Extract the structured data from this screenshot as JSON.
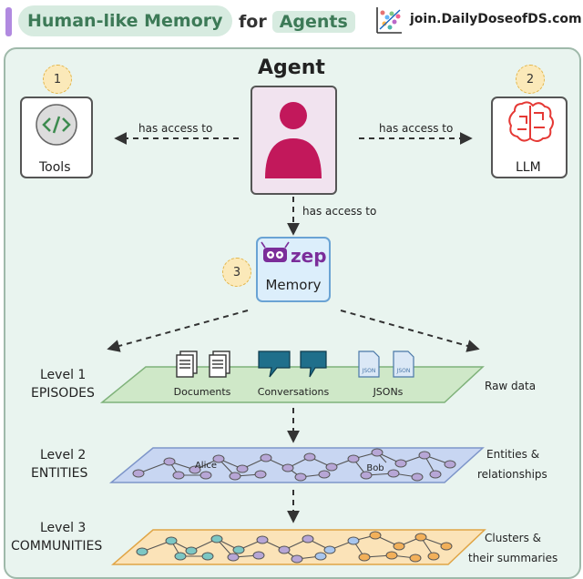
{
  "header": {
    "title_part1": "Human-like Memory",
    "title_part2": "for",
    "title_part3": "Agents",
    "brand": "join.DailyDoseofDS.com"
  },
  "agent": {
    "label": "Agent"
  },
  "tools": {
    "label": "Tools",
    "badge": "1"
  },
  "llm": {
    "label": "LLM",
    "badge": "2"
  },
  "memory": {
    "label": "Memory",
    "brand": "zep",
    "badge": "3"
  },
  "edges": {
    "agent_tools": "has access to",
    "agent_llm": "has access to",
    "agent_memory": "has access to"
  },
  "levels": [
    {
      "title": "Level 1",
      "name": "EPISODES",
      "note_line1": "Raw data",
      "note_line2": "",
      "items": [
        "Documents",
        "Conversations",
        "JSONs"
      ],
      "json_tag": "JSON"
    },
    {
      "title": "Level 2",
      "name": "ENTITIES",
      "note_line1": "Entities &",
      "note_line2": "relationships",
      "node_labels": [
        "Alice",
        "Bob"
      ]
    },
    {
      "title": "Level 3",
      "name": "COMMUNITIES",
      "note_line1": "Clusters &",
      "note_line2": "their summaries"
    }
  ],
  "colors": {
    "panel_bg": "#e9f4ef",
    "agent_accent": "#c2185b",
    "tools_accent": "#3d8b4f",
    "llm_accent": "#e53935",
    "zep_accent": "#7b2d9a",
    "episodes_fill": "#cfe8c8",
    "entities_fill": "#c8d6f2",
    "communities_fill": "#fbe3b8"
  }
}
